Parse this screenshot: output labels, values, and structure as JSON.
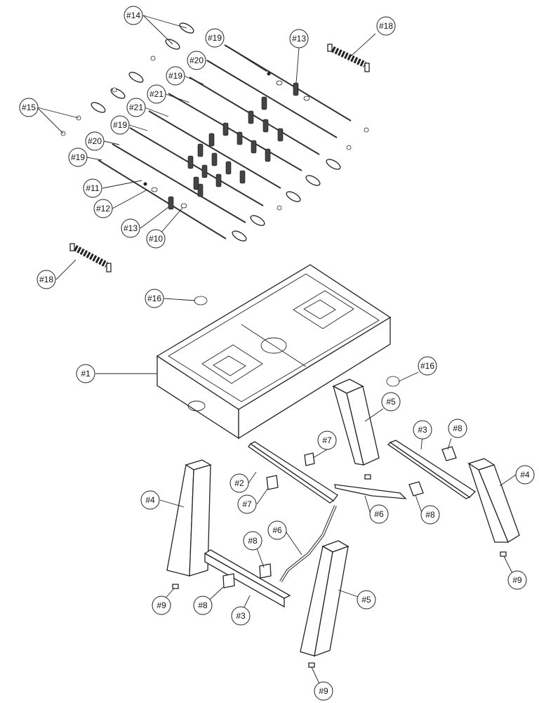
{
  "callouts": [
    {
      "id": "c14",
      "label": "#14"
    },
    {
      "id": "c19a",
      "label": "#19"
    },
    {
      "id": "c13a",
      "label": "#13"
    },
    {
      "id": "c18a",
      "label": "#18"
    },
    {
      "id": "c20a",
      "label": "#20"
    },
    {
      "id": "c19b",
      "label": "#19"
    },
    {
      "id": "c15",
      "label": "#15"
    },
    {
      "id": "c21a",
      "label": "#21"
    },
    {
      "id": "c21b",
      "label": "#21"
    },
    {
      "id": "c19c",
      "label": "#19"
    },
    {
      "id": "c20b",
      "label": "#20"
    },
    {
      "id": "c19d",
      "label": "#19"
    },
    {
      "id": "c11",
      "label": "#11"
    },
    {
      "id": "c12",
      "label": "#12"
    },
    {
      "id": "c13b",
      "label": "#13"
    },
    {
      "id": "c10",
      "label": "#10"
    },
    {
      "id": "c18b",
      "label": "#18"
    },
    {
      "id": "c16a",
      "label": "#16"
    },
    {
      "id": "c1",
      "label": "#1"
    },
    {
      "id": "c16b",
      "label": "#16"
    },
    {
      "id": "c5a",
      "label": "#5"
    },
    {
      "id": "c7a",
      "label": "#7"
    },
    {
      "id": "c3a",
      "label": "#3"
    },
    {
      "id": "c8a",
      "label": "#8"
    },
    {
      "id": "c2",
      "label": "#2"
    },
    {
      "id": "c4a",
      "label": "#4"
    },
    {
      "id": "c7b",
      "label": "#7"
    },
    {
      "id": "c6a",
      "label": "#6"
    },
    {
      "id": "c8b",
      "label": "#8"
    },
    {
      "id": "c4b",
      "label": "#4"
    },
    {
      "id": "c6b",
      "label": "#6"
    },
    {
      "id": "c8c",
      "label": "#8"
    },
    {
      "id": "c9a",
      "label": "#9"
    },
    {
      "id": "c9b",
      "label": "#9"
    },
    {
      "id": "c8d",
      "label": "#8"
    },
    {
      "id": "c3b",
      "label": "#3"
    },
    {
      "id": "c5b",
      "label": "#5"
    },
    {
      "id": "c9c",
      "label": "#9"
    }
  ]
}
